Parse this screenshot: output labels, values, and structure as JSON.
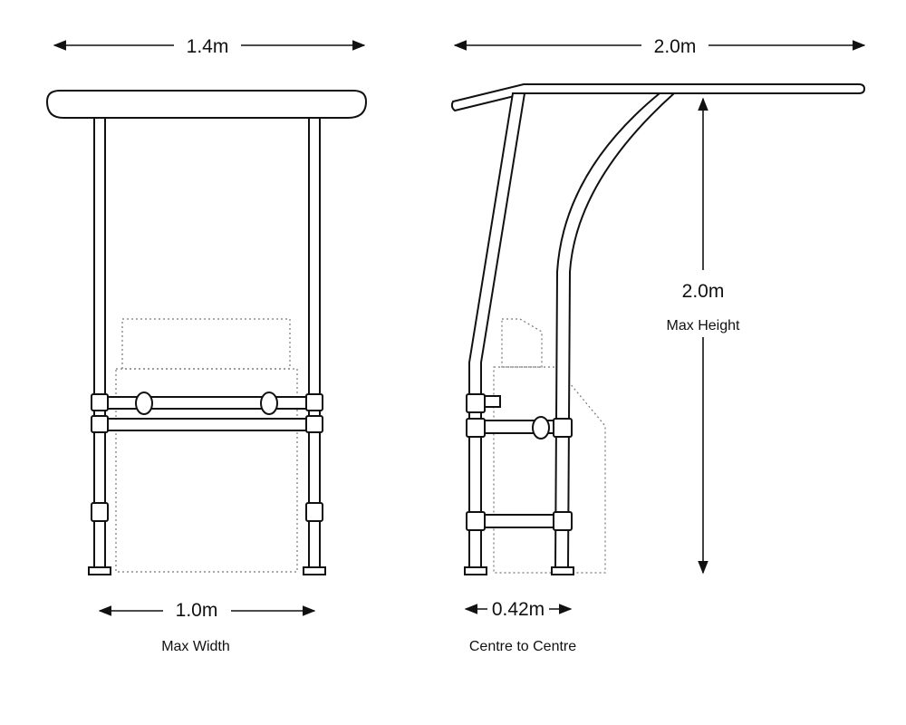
{
  "front_view": {
    "top_width": "1.4m",
    "base_width": "1.0m",
    "base_width_caption": "Max Width"
  },
  "side_view": {
    "top_length": "2.0m",
    "height": "2.0m",
    "height_caption": "Max Height",
    "leg_spacing": "0.42m",
    "leg_spacing_caption": "Centre to Centre"
  },
  "colors": {
    "line": "#111111",
    "dotted_outline": "#777777",
    "background": "#ffffff"
  }
}
